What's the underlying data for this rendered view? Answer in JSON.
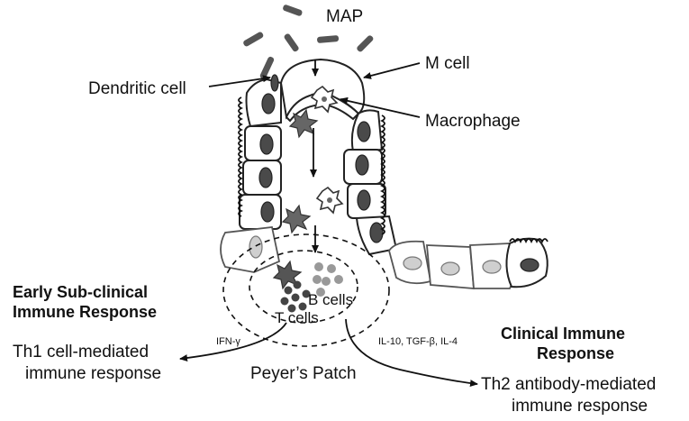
{
  "labels": {
    "map": "MAP",
    "m_cell": "M cell",
    "dendritic_cell": "Dendritic cell",
    "macrophage": "Macrophage",
    "b_cells": "B cells",
    "t_cells": "T cells",
    "peyers_patch": "Peyer’s Patch",
    "early_response_line1": "Early Sub-clinical",
    "early_response_line2": "Immune Response",
    "clinical_response_line1": "Clinical Immune",
    "clinical_response_line2": "Response",
    "th1_line1": "Th1 cell-mediated",
    "th1_line2": "immune response",
    "th2_line1": "Th2 antibody-mediated",
    "th2_line2": "immune response",
    "ifn": "IFN-γ",
    "cytokines_th2": "IL-10, TGF-β, IL-4"
  },
  "colors": {
    "nucleus_dark": "#4a4a4a",
    "nucleus_light": "#cfcfcf",
    "outline": "#222222"
  }
}
